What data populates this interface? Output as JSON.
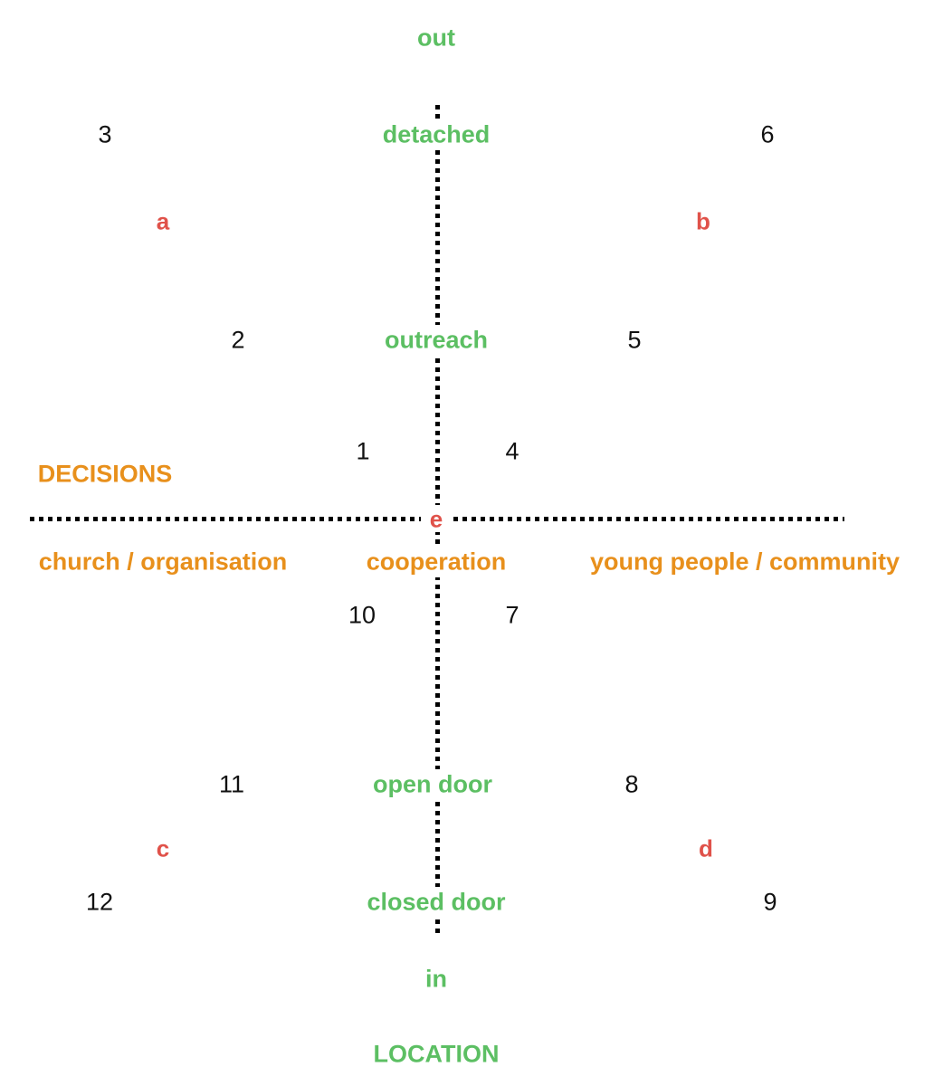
{
  "axes": {
    "vertical": {
      "title": "LOCATION",
      "top_end": "out",
      "bottom_end": "in",
      "labels": [
        "detached",
        "outreach",
        "open door",
        "closed door"
      ]
    },
    "horizontal": {
      "title": "DECISIONS",
      "left_end": "church / organisation",
      "center": "cooperation",
      "right_end": "young people / community"
    }
  },
  "quadrant_letters": {
    "a": "a",
    "b": "b",
    "c": "c",
    "d": "d",
    "e": "e"
  },
  "numbers": [
    "1",
    "2",
    "3",
    "4",
    "5",
    "6",
    "7",
    "8",
    "9",
    "10",
    "11",
    "12"
  ],
  "colors": {
    "green": "#5cbf63",
    "orange": "#e8901c",
    "red": "#e0524a",
    "line": "#000000"
  }
}
